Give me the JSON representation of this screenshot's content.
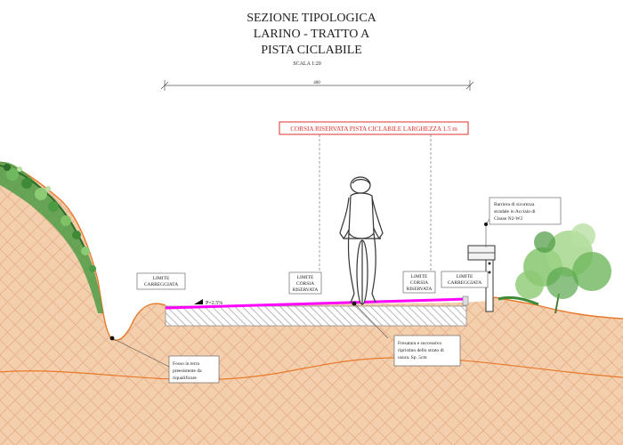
{
  "title": {
    "line1": "SEZIONE TIPOLOGICA",
    "line2": "LARINO - TRATTO A",
    "line3": "PISTA CICLABILE",
    "scale": "SCALA 1:20"
  },
  "dimension": {
    "value": "400"
  },
  "banner": {
    "text": "CORSIA RISERVATA PISTA CICLABILE LARGHEZZA 1.5 m",
    "color": "#e0312b"
  },
  "slope": {
    "text": "P=2.5%"
  },
  "labels": {
    "limite_carreggiata_left": [
      "LIMITE",
      "CARREGGIATA"
    ],
    "limite_corsia_left": [
      "LIMITE",
      "CORSIA",
      "RISERVATA"
    ],
    "limite_corsia_right": [
      "LIMITE",
      "CORSIA",
      "RISERVATA"
    ],
    "limite_carreggiata_right": [
      "LIMITE",
      "CARREGGIATA"
    ]
  },
  "notes": {
    "barriera": [
      "Barriera di sicurezza",
      "stradale in Acciaio di",
      "Classe N2-W2"
    ],
    "fresatura": [
      "Fresatura e successivo",
      "ripristino dello strato di",
      "usura. Sp. 5cm"
    ],
    "fosso": [
      "Fosso in terra",
      "preesistente da",
      "riqualificare"
    ]
  },
  "colors": {
    "soil": "#f4cfae",
    "soil_hatch": "#e8b48f",
    "bike_lane": "#ff00ff",
    "ground_line": "#e8792a",
    "vegetation": "#3f8f3a",
    "vegetation_light": "#9fd487"
  }
}
